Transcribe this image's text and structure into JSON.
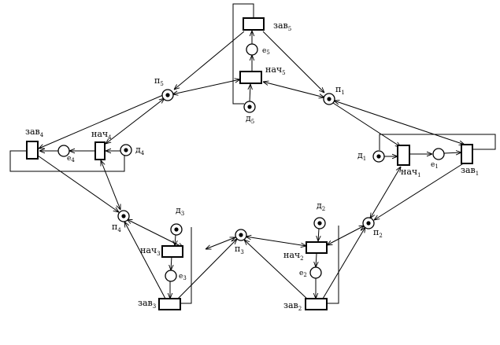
{
  "places": {
    "p1": {
      "label": "п",
      "sub": "1"
    },
    "p2": {
      "label": "п",
      "sub": "2"
    },
    "p3": {
      "label": "п",
      "sub": "3"
    },
    "p4": {
      "label": "п",
      "sub": "4"
    },
    "p5": {
      "label": "п",
      "sub": "5"
    },
    "d1": {
      "label": "д",
      "sub": "1"
    },
    "d2": {
      "label": "д",
      "sub": "2"
    },
    "d3": {
      "label": "д",
      "sub": "3"
    },
    "d4": {
      "label": "д",
      "sub": "4"
    },
    "d5": {
      "label": "д",
      "sub": "5"
    },
    "e1": {
      "label": "е",
      "sub": "1"
    },
    "e2": {
      "label": "е",
      "sub": "2"
    },
    "e3": {
      "label": "е",
      "sub": "3"
    },
    "e4": {
      "label": "е",
      "sub": "4"
    },
    "e5": {
      "label": "е",
      "sub": "5"
    }
  },
  "transitions": {
    "nach1": {
      "label": "нач",
      "sub": "1"
    },
    "nach2": {
      "label": "нач",
      "sub": "2"
    },
    "nach3": {
      "label": "нач",
      "sub": "3"
    },
    "nach4": {
      "label": "нач",
      "sub": "4"
    },
    "nach5": {
      "label": "нач",
      "sub": "5"
    },
    "zav1": {
      "label": "зав",
      "sub": "1"
    },
    "zav2": {
      "label": "зав",
      "sub": "2"
    },
    "zav3": {
      "label": "зав",
      "sub": "3"
    },
    "zav4": {
      "label": "зав",
      "sub": "4"
    },
    "zav5": {
      "label": "зав",
      "sub": "5"
    }
  }
}
